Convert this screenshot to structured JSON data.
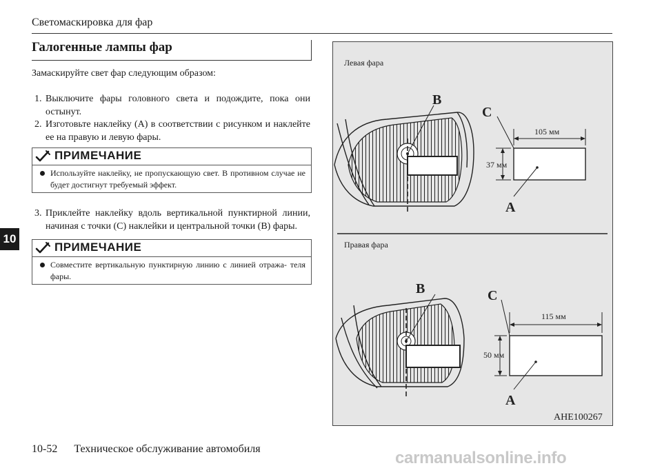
{
  "header": {
    "title": "Светомаскировка для фар"
  },
  "section": {
    "title": "Галогенные лампы фар"
  },
  "intro": "Замаскируйте свет фар следующим образом:",
  "steps": [
    {
      "num": "1.",
      "text": "Выключите фары головного света и подождите, пока они остынут."
    },
    {
      "num": "2.",
      "text": "Изготовьте наклейку (A) в соответствии с рисунком и наклейте ее на правую и левую фары."
    },
    {
      "num": "3.",
      "text": "Приклейте наклейку вдоль вертикальной пунктирной линии, начиная с точки (C) наклейки и центральной точки (B) фары."
    }
  ],
  "notes": [
    {
      "heading": "ПРИМЕЧАНИЕ",
      "text": "Используйте наклейку, не пропускающую свет. В противном случае не будет достигнут требуемый эффект."
    },
    {
      "heading": "ПРИМЕЧАНИЕ",
      "text": "Совместите вертикальную пунктирную линию с линией отража- теля фары."
    }
  ],
  "chapter": "10",
  "figure": {
    "left_label": "Левая фара",
    "right_label": "Правая фара",
    "letters": {
      "a": "A",
      "b": "B",
      "c": "C"
    },
    "left_width": "105 мм",
    "left_height": "37 мм",
    "right_width": "115 мм",
    "right_height": "50 мм",
    "code": "AHE100267",
    "colors": {
      "panel": "#e6e6e6",
      "line": "#222222"
    }
  },
  "footer": {
    "page": "10-52",
    "title": "Техническое обслуживание автомобиля"
  },
  "watermark": "carmanualsonline.info",
  "icons": {
    "note": "pencil-check-icon"
  }
}
